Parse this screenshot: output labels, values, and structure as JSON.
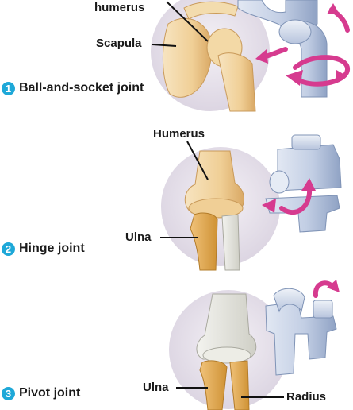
{
  "labels": {
    "humerus_top": "humerus",
    "scapula": "Scapula",
    "humerus_hinge": "Humerus",
    "ulna_hinge": "Ulna",
    "ulna_pivot": "Ulna",
    "radius": "Radius"
  },
  "joints": [
    {
      "number": "1",
      "title": "Ball-and-socket joint"
    },
    {
      "number": "2",
      "title": "Hinge joint"
    },
    {
      "number": "3",
      "title": "Pivot joint"
    }
  ],
  "colors": {
    "bone": "#f2d6a4",
    "bone_shade": "#d9ae6c",
    "ulna_bone": "#e0ab52",
    "backdrop": "#e7e2ec",
    "model": "#c7d3e8",
    "model_shade": "#93a6c8",
    "arrow": "#d63b8f",
    "badge": "#1ea8d8"
  }
}
